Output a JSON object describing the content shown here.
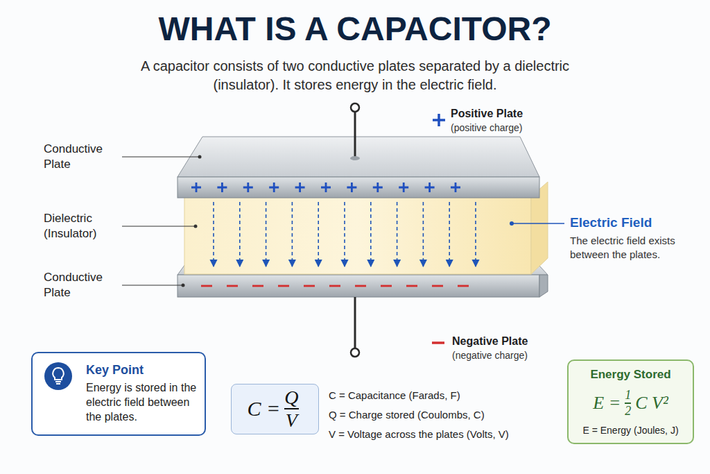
{
  "diagram": {
    "title": "WHAT IS A CAPACITOR?",
    "nodes": [
      {
        "text": [
          "Key Point",
          "Energy is stored in the electric field between the plates."
        ]
      },
      {
        "text": [
          "C =",
          "Q",
          "V"
        ]
      },
      {
        "text": [
          "Energy Stored",
          "E =",
          "1",
          "2",
          "C V²",
          "E = Energy (Joules, J)"
        ]
      }
    ],
    "labels": [
      "A capacitor consists of two conductive plates separated by a dielectric (insulator). It stores energy in the electric field.",
      "Conductive Plate",
      "Dielectric (Insulator)",
      "Conductive Plate",
      "Positive Plate",
      "(positive charge)",
      "Electric Field",
      "The electric field exists between the plates.",
      "Negative Plate",
      "(negative charge)",
      "C = Capacitance (Farads, F)",
      "Q = Charge stored (Coulombs, C)",
      "V = Voltage across the plates (Volts, V)"
    ]
  }
}
